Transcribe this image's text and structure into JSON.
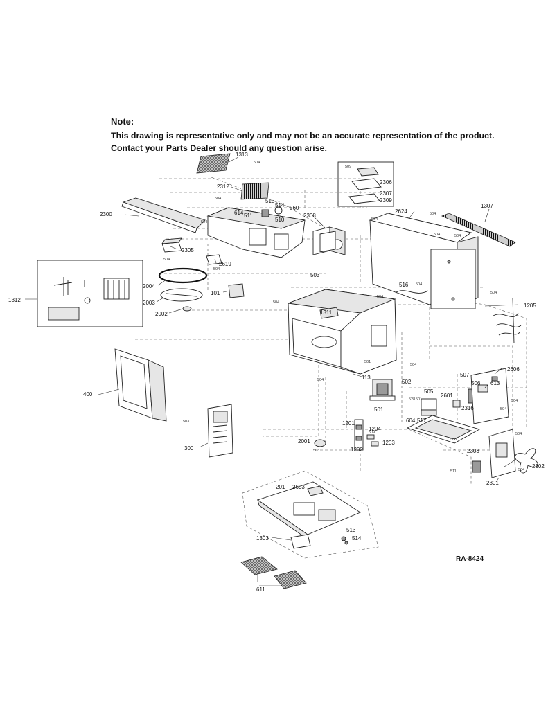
{
  "note": {
    "title": "Note:",
    "lines": [
      "This drawing is representative only and may not be an accurate representation of the product.",
      "Contact your Parts Dealer should any question arise."
    ]
  },
  "drawing_code": "RA-8424",
  "parts": {
    "p1313": "1313",
    "p2312": "2312",
    "p2300": "2300",
    "p513a": "513",
    "p514a": "514",
    "p560": "560",
    "p614": "614",
    "p511": "511",
    "p510": "510",
    "p2308": "2308",
    "p2306": "2306",
    "p2307": "2307",
    "p2309": "2309",
    "p2624": "2624",
    "p1307": "1307",
    "p2305": "2305",
    "p2619": "2619",
    "p1312": "1312",
    "p2004": "2004",
    "p2003": "2003",
    "p101": "101",
    "p2002": "2002",
    "p503a": "503",
    "p516": "516",
    "p1205": "1205",
    "p1311": "1311",
    "p2606": "2606",
    "p507": "507",
    "p506": "506",
    "p613": "613",
    "p400": "400",
    "p113": "113",
    "p502": "502",
    "p505": "505",
    "p2601": "2601",
    "p2316": "2316",
    "p501": "501",
    "p604": "604",
    "p517": "517",
    "p1201": "1201",
    "p1204": "1204",
    "p1203": "1203",
    "p1202": "1202",
    "p2001": "2001",
    "p300": "300",
    "p2303": "2303",
    "p2302": "2302",
    "p2301": "2301",
    "p201": "201",
    "p2603": "2603",
    "p513b": "513",
    "p514b": "514",
    "p1303": "1303",
    "p611": "611"
  },
  "screws": {
    "s504": "504",
    "s509": "509",
    "s511": "511",
    "s528": "528",
    "s501": "501",
    "s508": "508",
    "s503": "503"
  }
}
